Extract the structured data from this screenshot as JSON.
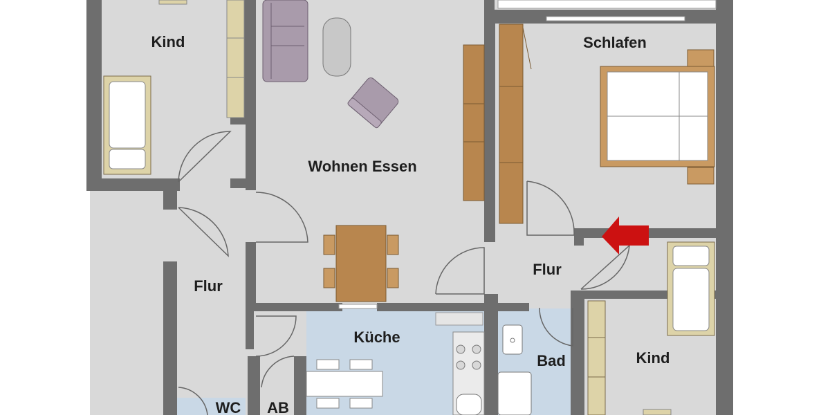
{
  "rooms": {
    "kind_top": "Kind",
    "wohnen_essen": "Wohnen Essen",
    "schlafen": "Schlafen",
    "flur_left": "Flur",
    "flur_mid": "Flur",
    "kueche": "Küche",
    "bad": "Bad",
    "kind_bottom": "Kind",
    "wc": "WC",
    "ab": "AB"
  },
  "colors": {
    "floor": "#d9d9d9",
    "wall": "#6e6e6e",
    "wet_floor": "#c9d8e6",
    "furniture_wood": "#b8864e",
    "furniture_light": "#ddd3a8",
    "sofa": "#a99bab",
    "entrance_arrow": "#cc1111"
  },
  "icons": {
    "entrance": "red-arrow-left-icon"
  }
}
